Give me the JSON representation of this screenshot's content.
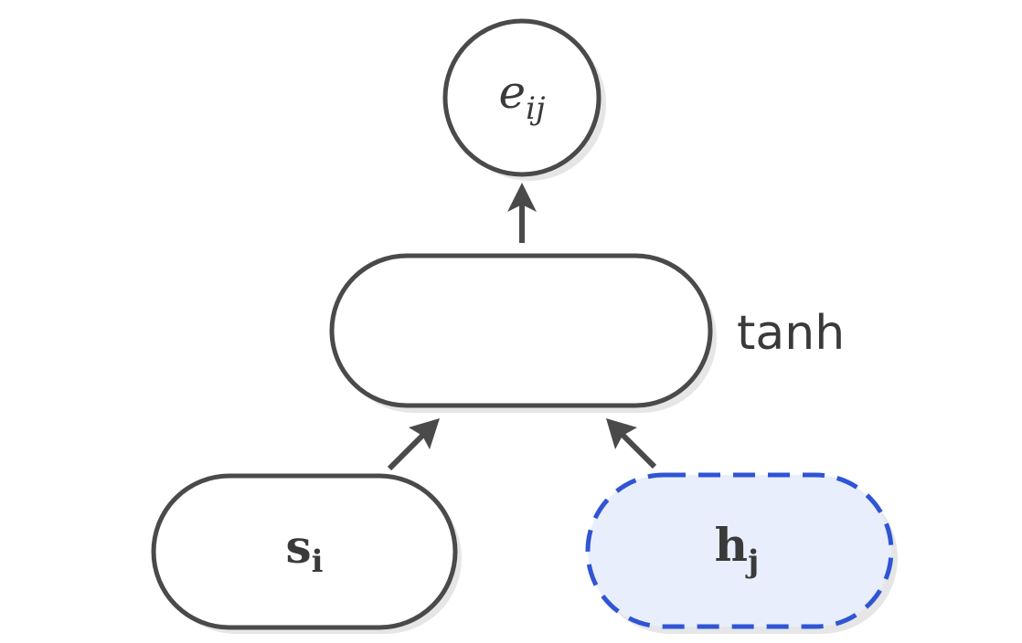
{
  "diagram": {
    "nodes": {
      "e": {
        "base": "e",
        "sub": "ij"
      },
      "tanh": {
        "label": "tanh"
      },
      "s": {
        "base": "s",
        "sub": "i"
      },
      "h": {
        "base": "h",
        "sub": "j"
      }
    },
    "edges": [
      {
        "from": "s",
        "to": "tanh"
      },
      {
        "from": "h",
        "to": "tanh"
      },
      {
        "from": "tanh",
        "to": "e"
      }
    ],
    "colors": {
      "stroke": "#4a4a4a",
      "highlight_stroke": "#2f55d4",
      "highlight_fill": "#e8eefb",
      "text": "#3a3a3a"
    }
  }
}
